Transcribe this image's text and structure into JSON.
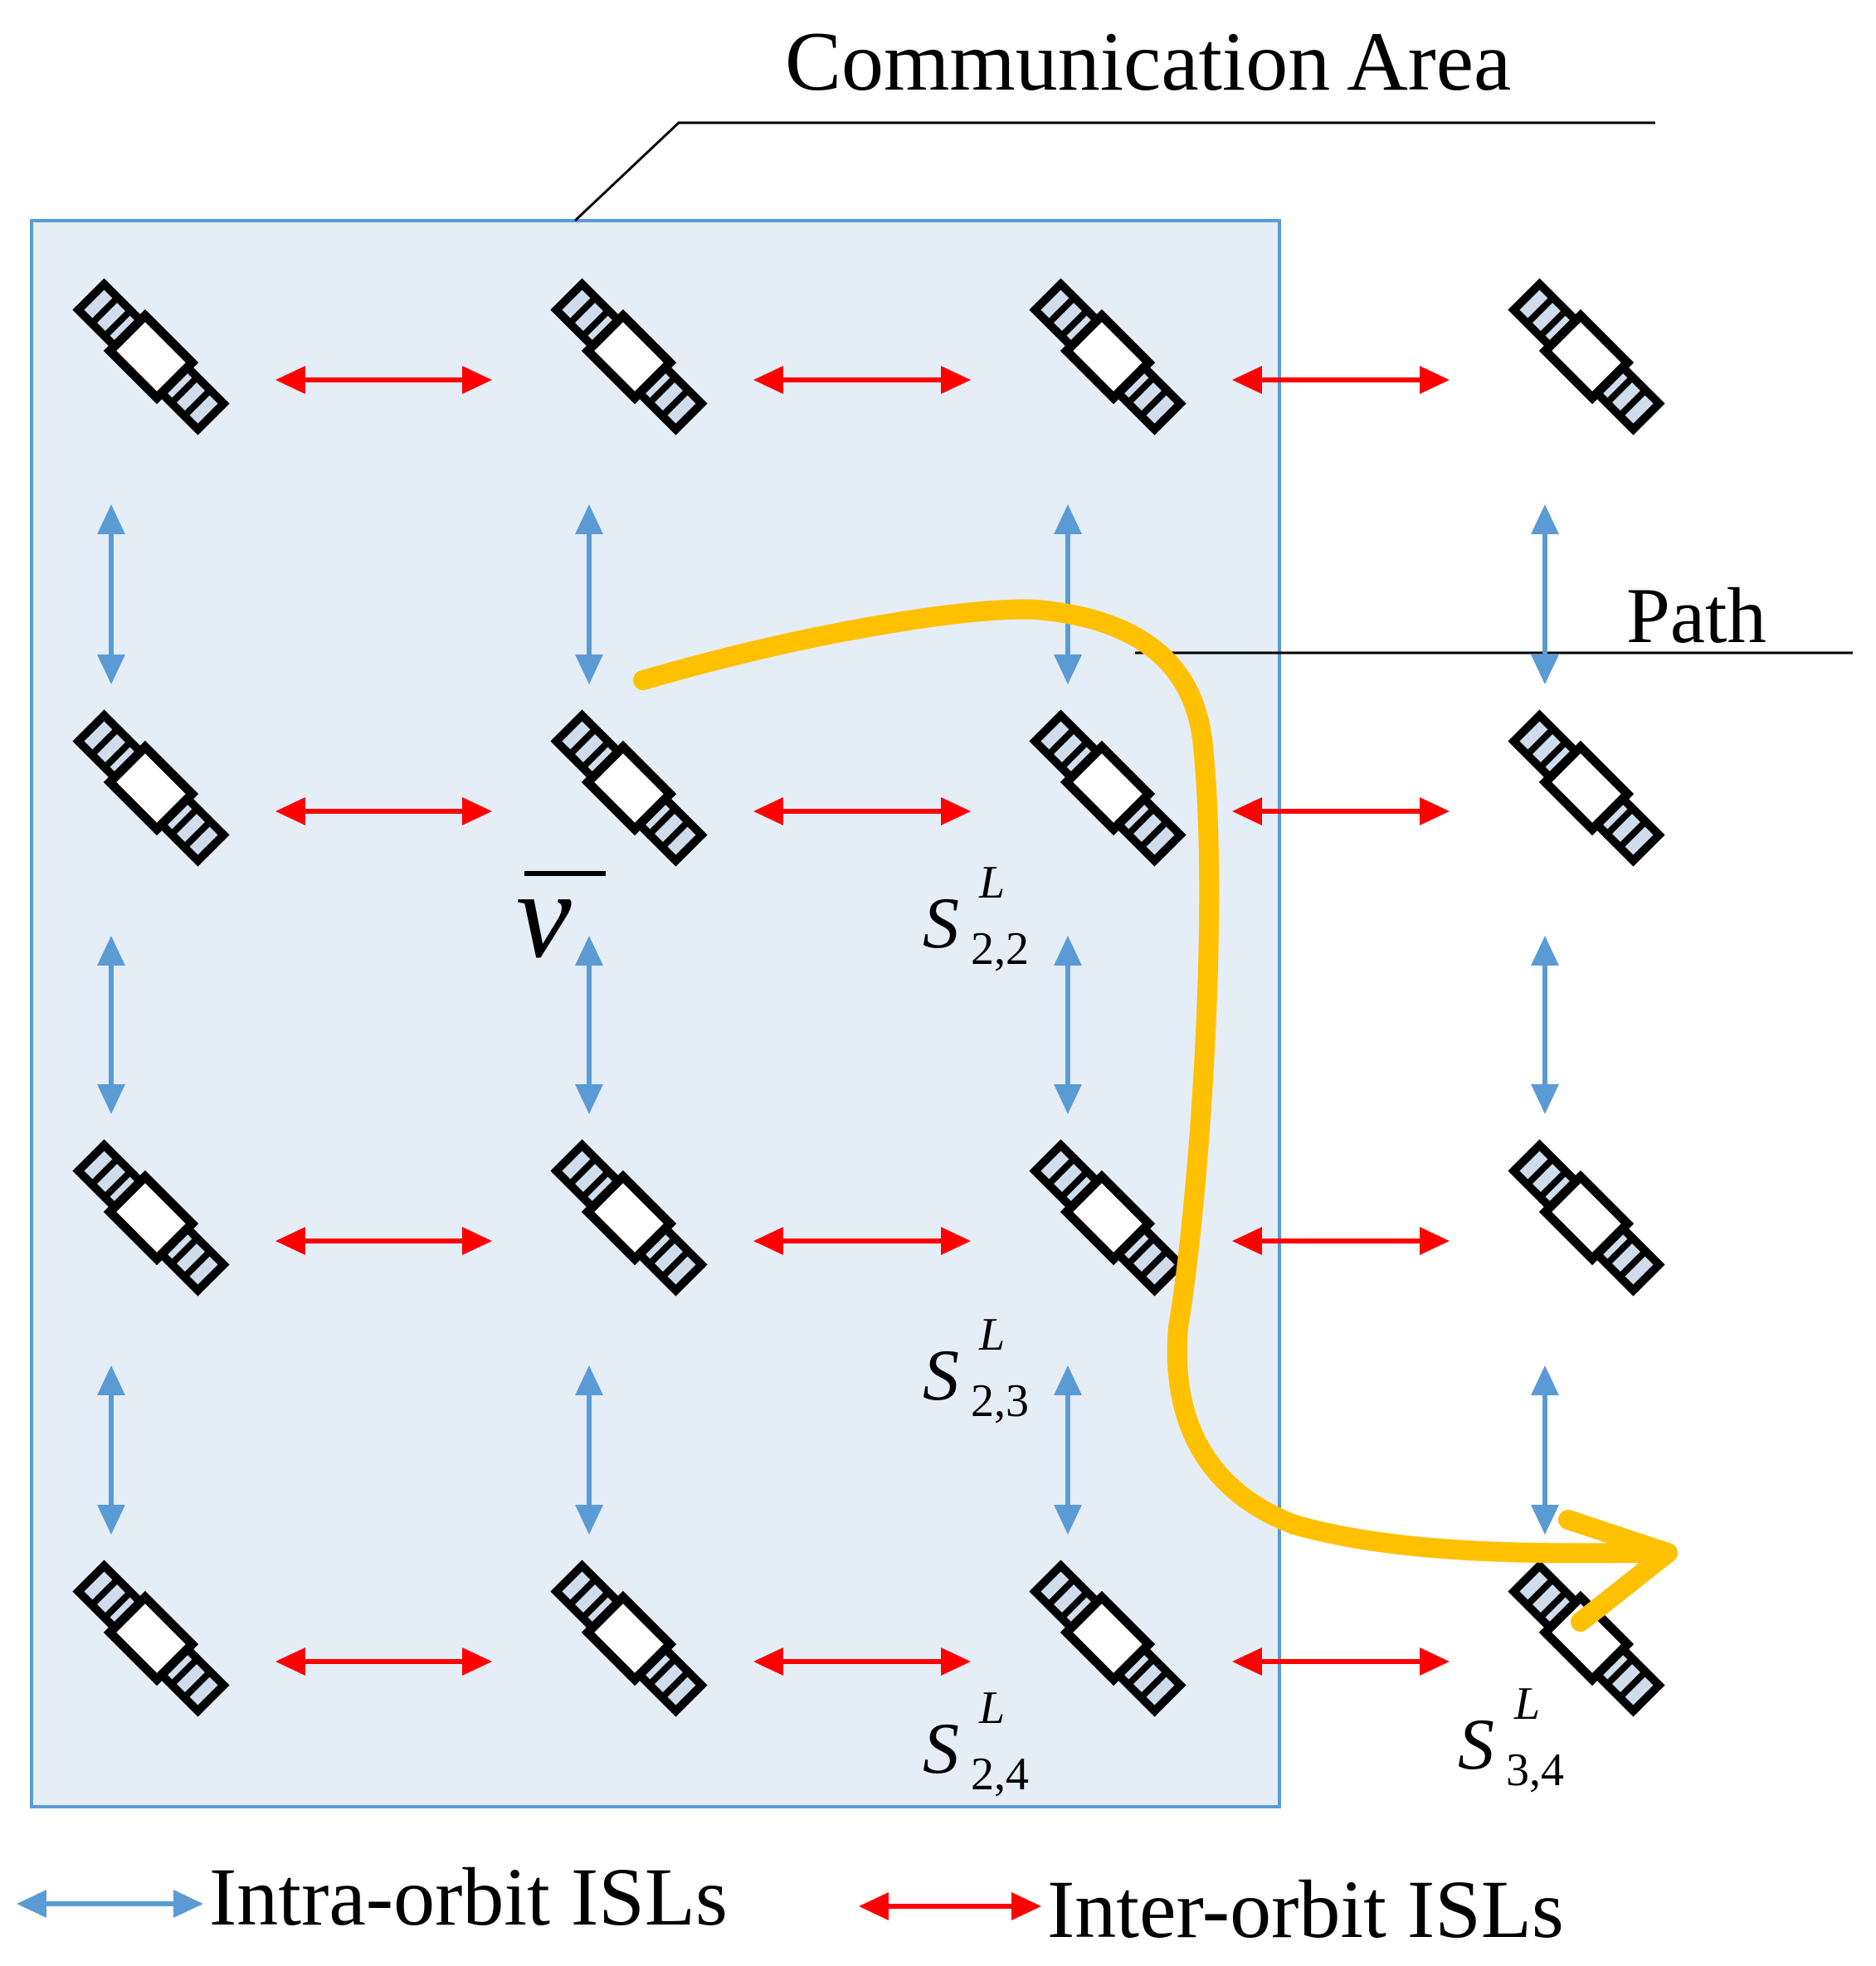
{
  "title": "Communication Area",
  "path_label": "Path",
  "legend": {
    "intra_label": "Intra-orbit ISLs",
    "inter_label": "Inter-orbit ISLs"
  },
  "velocity_label": "v",
  "satellite_labels": [
    {
      "base": "S",
      "sup": "L",
      "sub": "2,2"
    },
    {
      "base": "S",
      "sup": "L",
      "sub": "2,3"
    },
    {
      "base": "S",
      "sup": "L",
      "sub": "2,4"
    },
    {
      "base": "S",
      "sup": "L",
      "sub": "3,4"
    }
  ],
  "grid": {
    "orbits": 4,
    "satellites_per_orbit": 4
  },
  "colors": {
    "intra_link": "#5b9bd5",
    "inter_link": "#ff0000",
    "path": "#ffc000",
    "area_fill": "#e5edf7",
    "area_border": "#5b9bd5",
    "satellite_fill": "#ffffff",
    "panel_fill": "#cfdcec",
    "outline": "#000000"
  },
  "icons": {
    "satellite": "satellite-icon",
    "intra_link": "double-arrow-vertical",
    "inter_link": "double-arrow-horizontal"
  }
}
